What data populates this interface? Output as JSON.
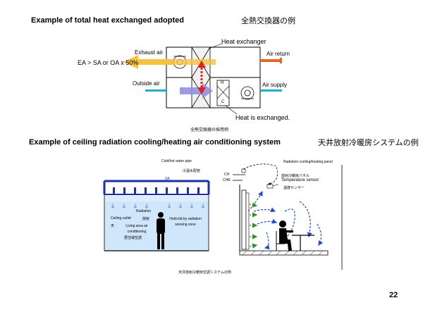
{
  "top": {
    "title": "Example of total heat exchanged adopted",
    "title_jp": "全熱交換器の例",
    "caption": "全熱交換器の採用例",
    "labels": {
      "heat_exchanger": "Heat exchanger",
      "exhaust_air": "Exhaust air",
      "air_return": "Air return",
      "outside_air": "Outside air",
      "air_supply": "Air supply",
      "formula": "EA > SA or OA x 50%",
      "heat_exchanged": "Heat is exchanged.",
      "h_letter": "H",
      "c_letter": "C"
    }
  },
  "bottom": {
    "title": "Example of ceiling radiation cooling/heating air conditioning system",
    "title_jp": "天井放射冷暖房システムの例",
    "caption": "天井放射冷暖房空調システムの例",
    "left": {
      "pipe_en": "Cold/hot water pipe",
      "pipe_jp": "冷温水配管",
      "sa": "SA",
      "radiation_en": "Radiation",
      "radiation_jp": "放射",
      "ceiling_outlet": "Ceiling outlet",
      "living_area_jp_head": "天",
      "living_area": "Living area air conditioning",
      "living_area_jp": "居住域空調",
      "hotcold": "Hot/cold by radiation sensing zone"
    },
    "right": {
      "panel_en": "Radiation cooling/heating panel",
      "panel_jp": "放射冷暖房パネル",
      "temp_en": "Temperature sensor",
      "temp_jp": "温度センサー",
      "ch": "CH",
      "chr": "CHR"
    }
  },
  "page_number": "22",
  "colors": {
    "exhaust_arrow": "#f5c242",
    "supply_arrow": "#8e8be0",
    "heat_arrow": "#e0231b",
    "return_pipe": "#e8622a",
    "supply_pipe": "#1ab0c8",
    "sa_pipe": "#1d2fa8",
    "blue_flow": "#1f4fcf",
    "green_flow": "#2f8f2f",
    "zone_fill": "#cfe6fb"
  }
}
